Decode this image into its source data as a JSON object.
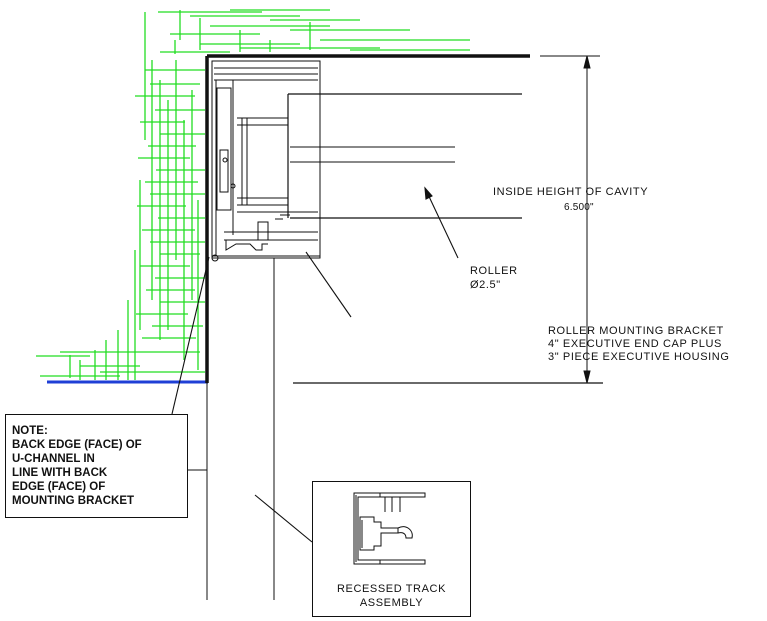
{
  "colors": {
    "line": "#111111",
    "hatch": "#22dd22",
    "floor": "#1f3fd6"
  },
  "labels": {
    "cavity_title": "INSIDE HEIGHT OF CAVITY",
    "cavity_value": "6.500\"",
    "roller_title": "ROLLER",
    "roller_value": "Ø2.5\"",
    "bracket_line1": "ROLLER MOUNTING BRACKET",
    "bracket_line2": "4\" EXECUTIVE END CAP PLUS",
    "bracket_line3": "3\" PIECE EXECUTIVE HOUSING"
  },
  "note": {
    "lines": [
      "NOTE:",
      "BACK EDGE (FACE) OF",
      "U-CHANNEL IN",
      "LINE WITH BACK",
      "EDGE (FACE) OF",
      "MOUNTING BRACKET"
    ]
  },
  "detail": {
    "caption_line1": "RECESSED TRACK",
    "caption_line2": "ASSEMBLY"
  }
}
